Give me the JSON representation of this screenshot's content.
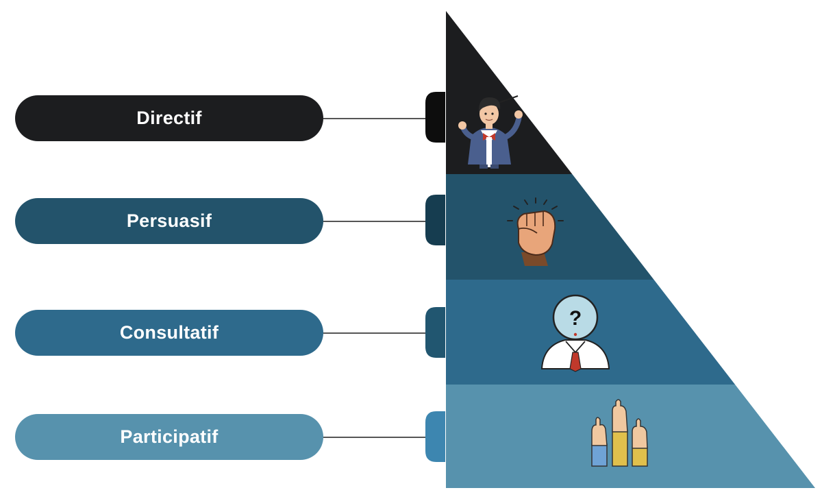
{
  "levels": [
    {
      "label": "Directif",
      "color": "#1c1d1f",
      "icon": "conductor-man-icon"
    },
    {
      "label": "Persuasif",
      "color": "#23536b",
      "icon": "raised-fist-icon"
    },
    {
      "label": "Consultatif",
      "color": "#2e6a8c",
      "icon": "question-head-icon"
    },
    {
      "label": "Participatif",
      "color": "#5792ad",
      "icon": "raised-hands-icon"
    }
  ],
  "tab_colors": [
    "#0d0d0d",
    "#163d50",
    "#215670",
    "#3d86b0"
  ]
}
